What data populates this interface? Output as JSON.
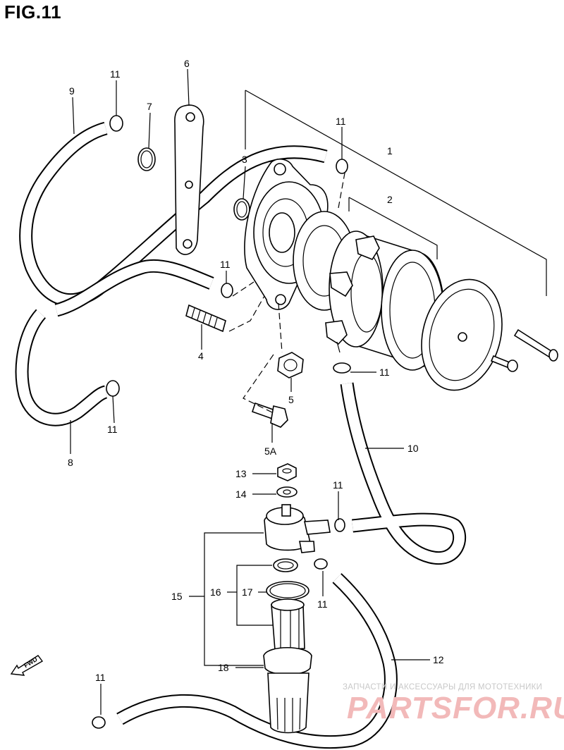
{
  "figure": {
    "title": "FIG.11"
  },
  "callouts": {
    "c1": "1",
    "c2": "2",
    "c3": "3",
    "c4": "4",
    "c5": "5",
    "c5a": "5A",
    "c6": "6",
    "c7": "7",
    "c8": "8",
    "c9": "9",
    "c10": "10",
    "c11a": "11",
    "c11b": "11",
    "c11c": "11",
    "c11d": "11",
    "c11e": "11",
    "c11f": "11",
    "c11g": "11",
    "c11h": "11",
    "c12": "12",
    "c13": "13",
    "c14": "14",
    "c15": "15",
    "c16": "16",
    "c17": "17",
    "c18": "18"
  },
  "direction_marker": {
    "label": "FWD"
  },
  "watermark": {
    "tagline": "ЗАПЧАСТИ И АКСЕССУАРЫ ДЛЯ МОТОТЕХНИКИ",
    "brand": "PARTSFOR.RU"
  }
}
